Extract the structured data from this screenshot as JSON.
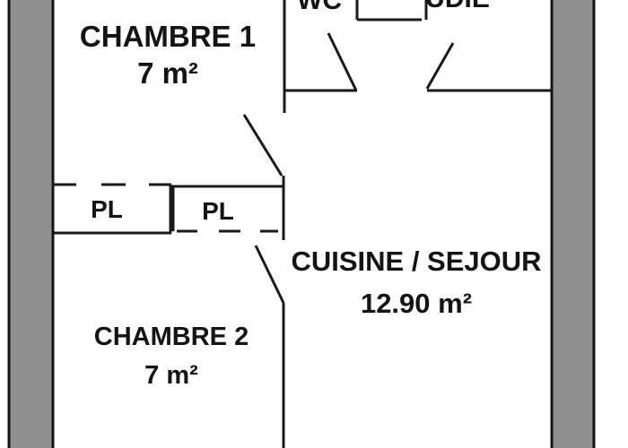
{
  "rooms": {
    "chambre1": {
      "name": "CHAMBRE 1",
      "area": "7 m²"
    },
    "chambre2": {
      "name": "CHAMBRE 2",
      "area": "7 m²"
    },
    "cuisine": {
      "name": "CUISINE / SEJOUR",
      "area": "12.90 m²"
    },
    "wc": {
      "name": "WC"
    },
    "top_right": {
      "name": "UDIE"
    },
    "placard_left": {
      "name": "PL"
    },
    "placard_right": {
      "name": "PL"
    }
  },
  "colors": {
    "wall_fill": "#8f8f8f",
    "wall_stroke": "#141414",
    "line": "#1a1a1a",
    "background": "#ffffff"
  }
}
